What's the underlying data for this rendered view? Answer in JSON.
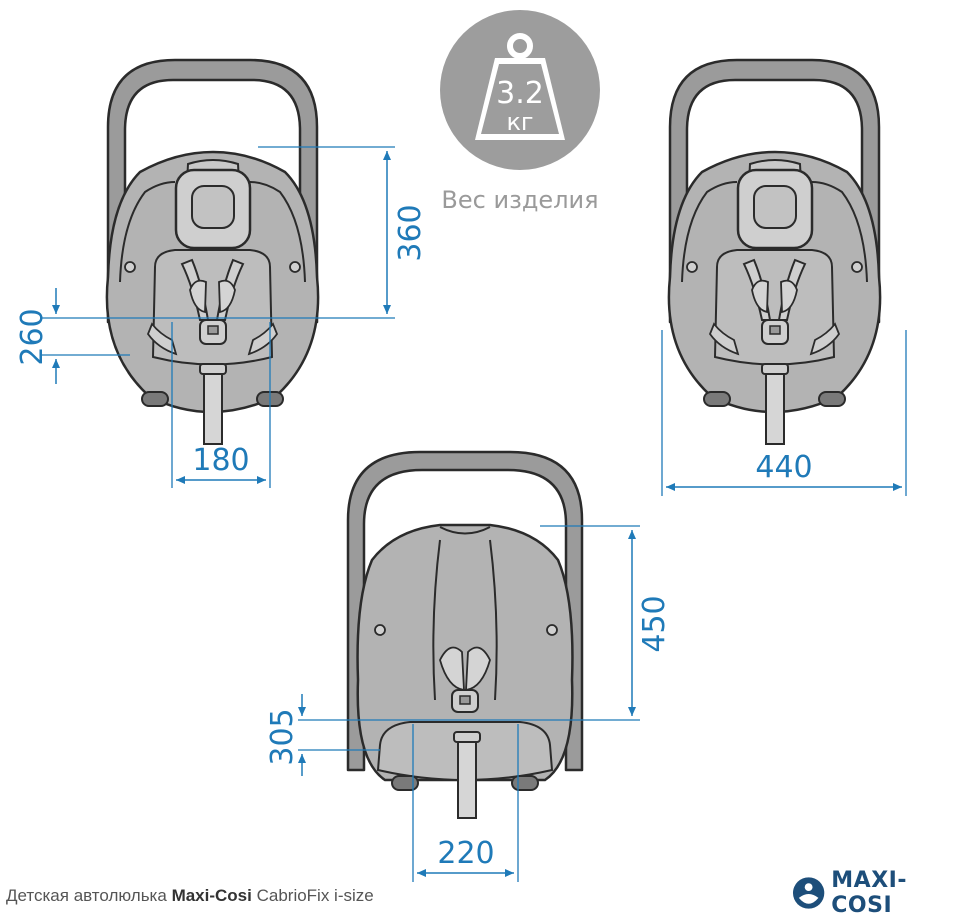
{
  "weight": {
    "value": "3.2",
    "unit": "кг",
    "caption": "Вес изделия"
  },
  "dimensions": {
    "front_headrest_height": "360",
    "front_harness_low": "260",
    "front_inner_width": "180",
    "side_outer_width": "440",
    "bottom_headrest_height": "450",
    "bottom_harness_low": "305",
    "bottom_inner_width": "220"
  },
  "caption": {
    "prefix": "Детская автолюлька",
    "brand": "Maxi-Cosi",
    "model": "CabrioFix i-size"
  },
  "logo": {
    "name": "MAXI-COSI",
    "icon": "maxi-cosi-logo-icon"
  },
  "colors": {
    "dimension": "#1f7ab8",
    "seat_fill": "#b3b3b3",
    "outline": "#2b2b2b",
    "weight_icon": "#9d9d9d",
    "brand": "#1d4e7a"
  }
}
